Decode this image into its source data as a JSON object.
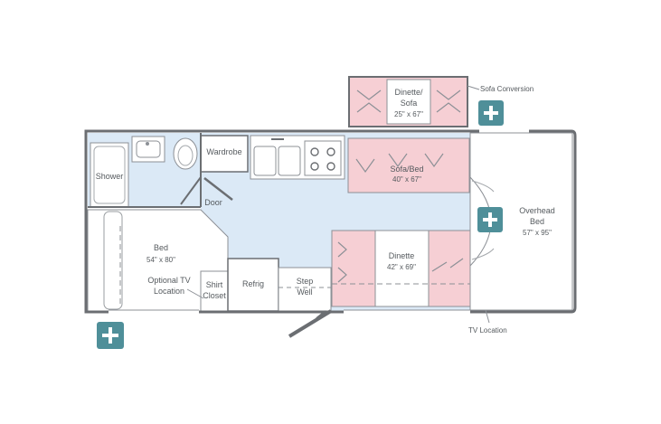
{
  "colors": {
    "wall": "#6b6e72",
    "floor": "#dbe9f6",
    "seat": "#f6cfd4",
    "accent": "#4f8f99",
    "line": "#8c9096"
  },
  "labels": {
    "shower": "Shower",
    "wardrobe": "Wardrobe",
    "door": "Door",
    "bed": "Bed",
    "bed_dim": "54\" x 80\"",
    "tv_optional_1": "Optional TV",
    "tv_optional_2": "Location",
    "shirt_closet_1": "Shirt",
    "shirt_closet_2": "Closet",
    "refrig": "Refrig",
    "step_well_1": "Step",
    "step_well_2": "Well",
    "sofa_bed": "Sofa/Bed",
    "sofa_bed_dim": "40\" x 67\"",
    "dinette_sofa_1": "Dinette/",
    "dinette_sofa_2": "Sofa",
    "dinette_sofa_dim": "25\" x 67\"",
    "sofa_conversion": "Sofa Conversion",
    "dinette": "Dinette",
    "dinette_dim": "42\" x 69\"",
    "overhead_bed_1": "Overhead",
    "overhead_bed_2": "Bed",
    "overhead_bed_dim": "57\" x 95\"",
    "tv_location": "TV Location"
  },
  "icons": {
    "expand": "plus-icon"
  }
}
